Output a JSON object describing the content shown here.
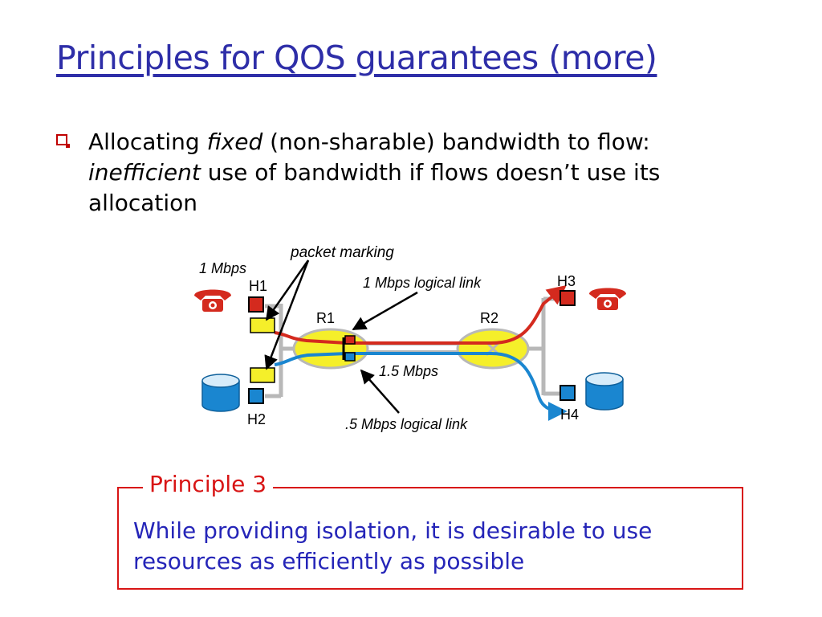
{
  "slide": {
    "title": "Principles for QOS guarantees (more)",
    "bullet": {
      "part1": "Allocating ",
      "em1": "fixed",
      "part2": " (non-sharable) bandwidth to flow: ",
      "em2": "inefficient",
      "part3": " use of bandwidth if flows doesn’t use its allocation"
    },
    "diagram": {
      "labels": {
        "h1_rate": "1 Mbps",
        "packet_marking": "packet marking",
        "logical_link_1": "1 Mbps logical link",
        "link_rate": "1.5 Mbps",
        "logical_link_2": ".5 Mbps logical link",
        "h1": "H1",
        "h2": "H2",
        "h3": "H3",
        "h4": "H4",
        "r1": "R1",
        "r2": "R2"
      },
      "icons": [
        "phone-icon",
        "phone-icon",
        "storage-icon",
        "storage-icon"
      ],
      "colors": {
        "audio_flow": "#d42a1e",
        "data_flow": "#1a86d0",
        "router": "#f5ef2a",
        "marker": "#f5ef2a",
        "link": "#b8b8b8"
      }
    },
    "principle": {
      "title": "Principle 3",
      "body": "While providing isolation, it is desirable to use resources as efficiently as possible"
    }
  }
}
